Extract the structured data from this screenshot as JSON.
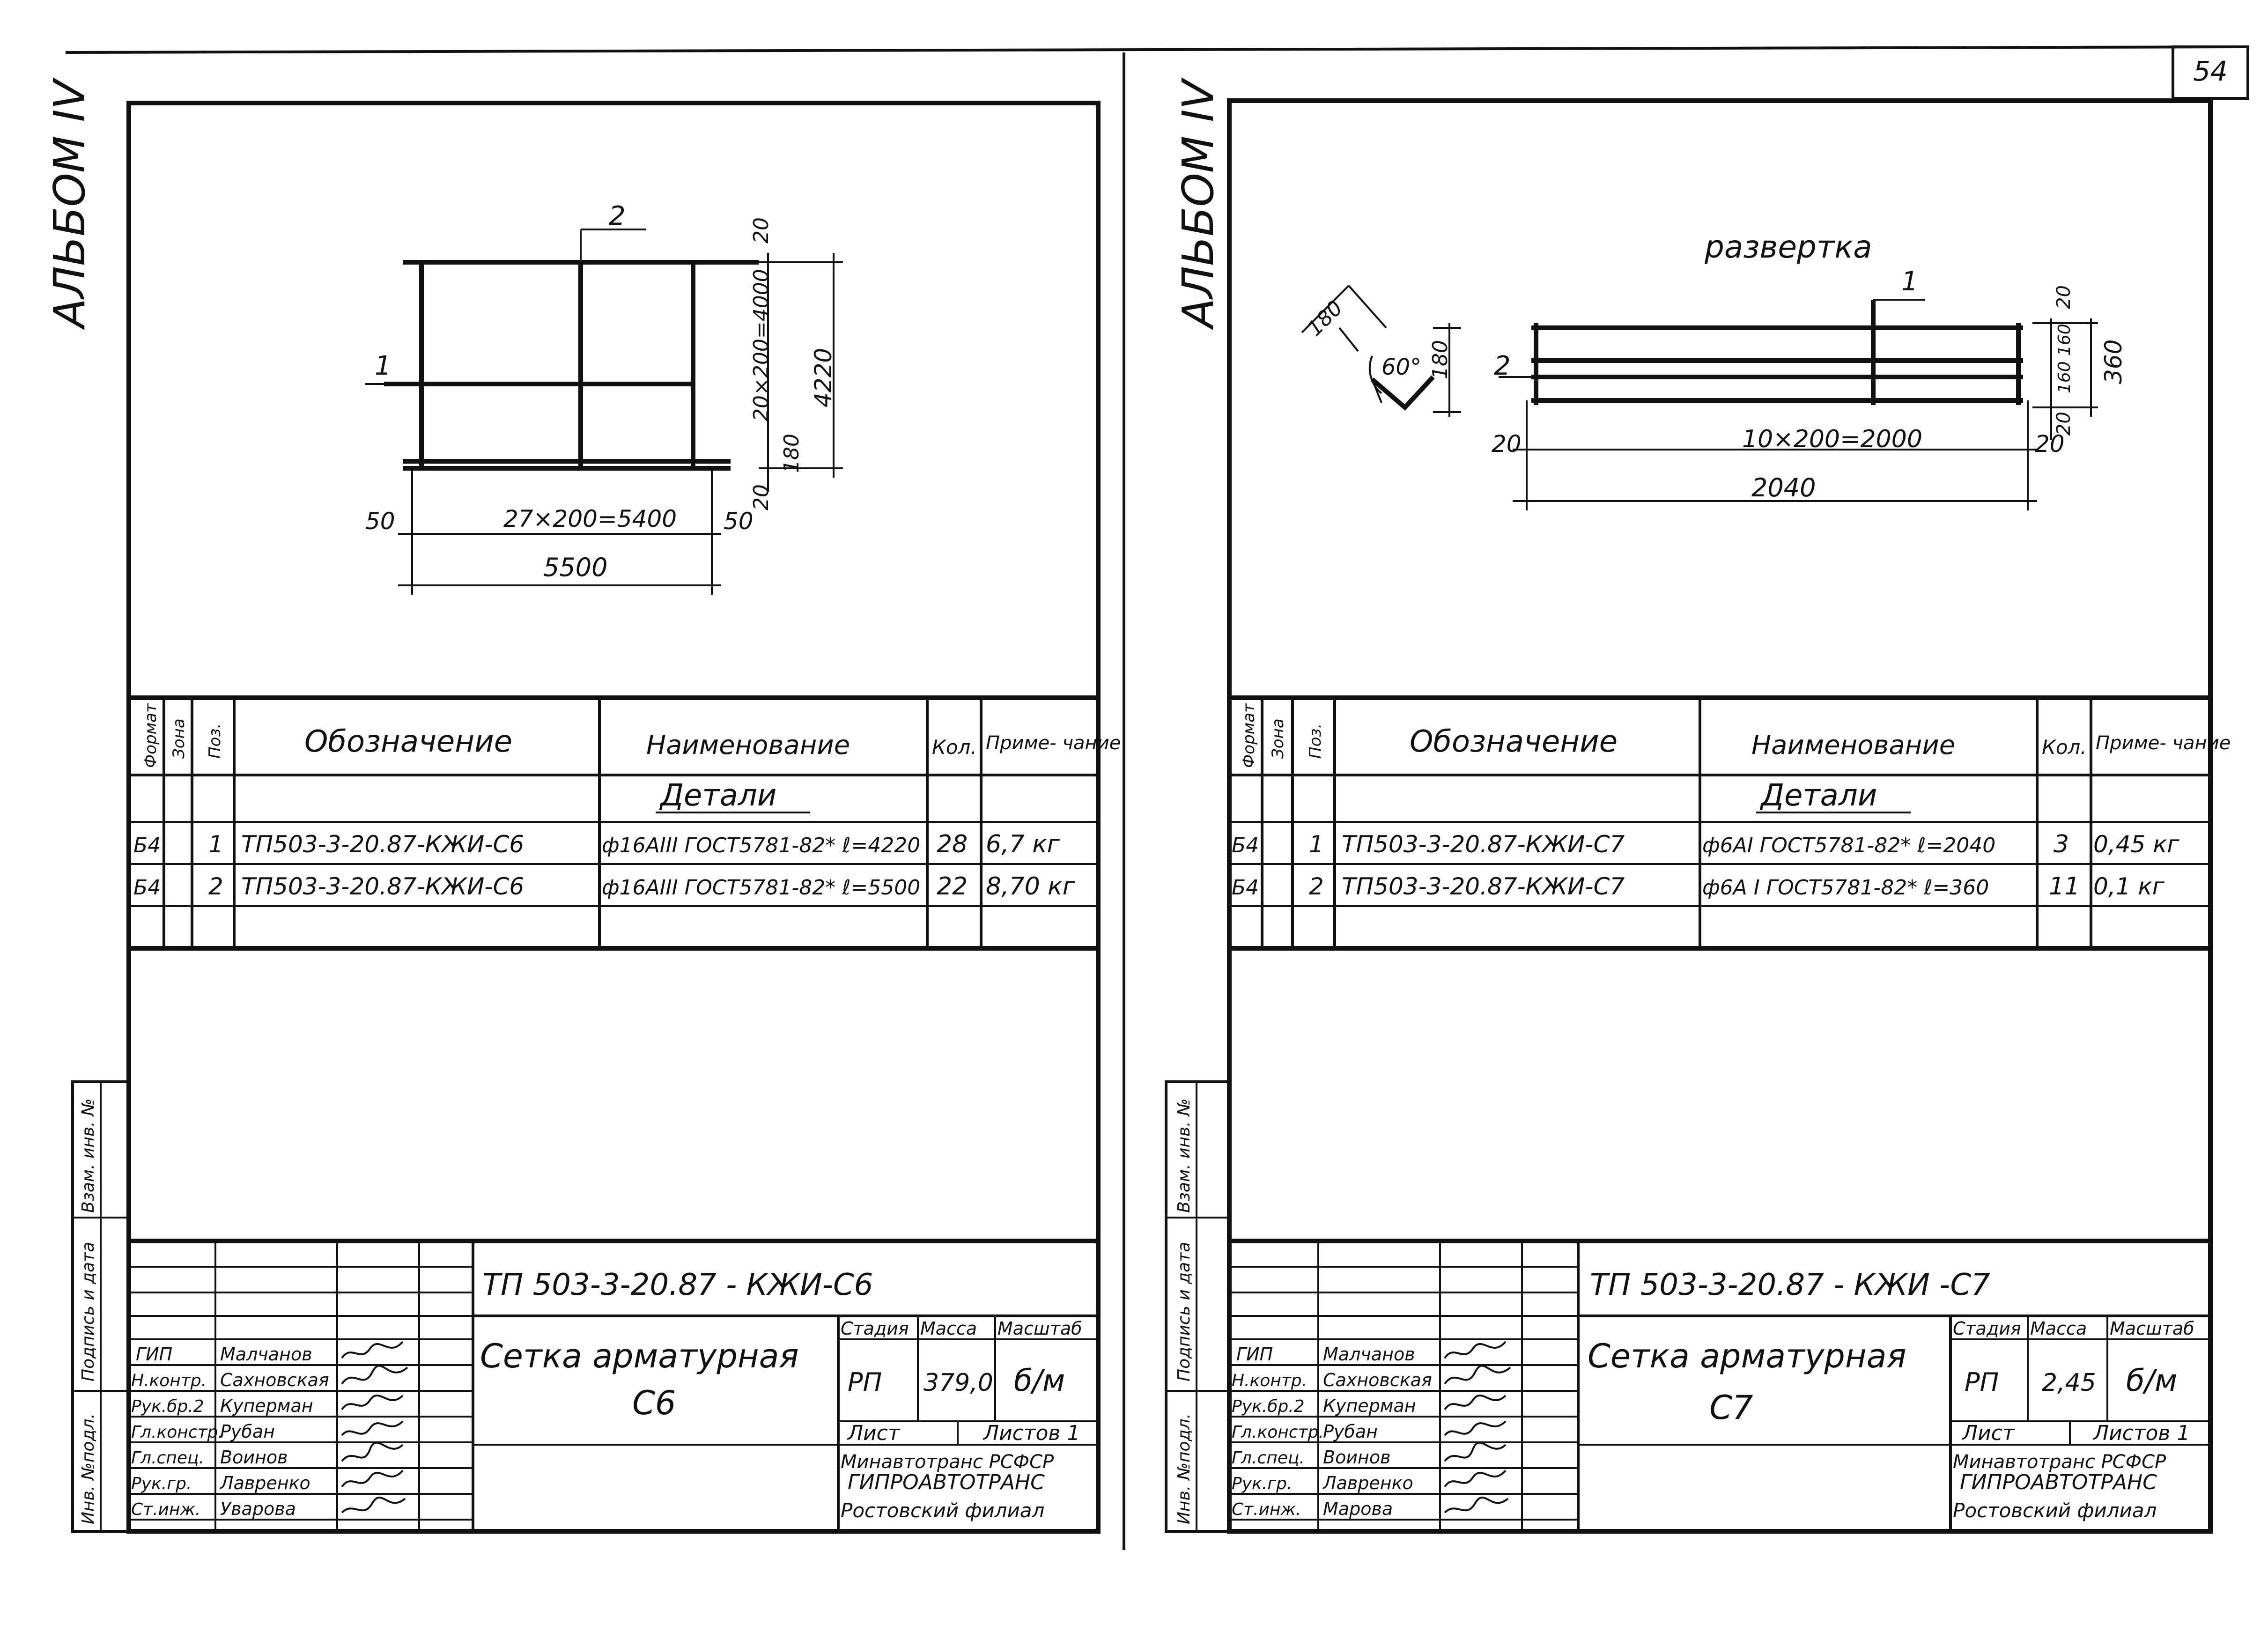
{
  "page_number": "54",
  "album_left": "АЛЬБОМ IV",
  "album_right": "АЛЬБОМ IV",
  "side_stamp": {
    "inv_podl": "Инв. №подл.",
    "podpis_data": "Подпись и дата",
    "vzam_inv": "Взам. инв. №"
  },
  "sheets": [
    {
      "drawing": {
        "pos_1": "1",
        "pos_2": "2",
        "dim_top_20": "20",
        "dim_vertical_span": "20×200=4000",
        "dim_total_height": "4220",
        "dim_bottom_20": "20",
        "dim_180": "180",
        "dim_left_50": "50",
        "dim_right_50": "50",
        "dim_horizontal_span": "27×200=5400",
        "dim_total_width": "5500"
      },
      "spec": {
        "headers": [
          "Формат",
          "Зона",
          "Поз.",
          "Обозначение",
          "Наименование",
          "Кол.",
          "Приме- чание"
        ],
        "section": "Детали",
        "rows": [
          {
            "format": "Б4",
            "zone": "",
            "pos": "1",
            "designation": "ТП503-3-20.87-КЖИ-С6",
            "name": "ф16АIII ГОСТ5781-82* ℓ=4220",
            "qty": "28",
            "note": "6,7 кг"
          },
          {
            "format": "Б4",
            "zone": "",
            "pos": "2",
            "designation": "ТП503-3-20.87-КЖИ-С6",
            "name": "ф16АIII ГОСТ5781-82* ℓ=5500",
            "qty": "22",
            "note": "8,70 кг"
          }
        ]
      },
      "title_block": {
        "code": "ТП  503-3-20.87 -  КЖИ-С6",
        "title_line1": "Сетка арматурная",
        "title_line2": "С6",
        "stadia_label": "Стадия",
        "massa_label": "Масса",
        "masshtab_label": "Масштаб",
        "stadia": "РП",
        "massa": "379,0",
        "masshtab": "б/м",
        "list_label": "Лист",
        "listov_label": "Листов 1",
        "org_line1": "Минавтотранс РСФСР",
        "org_line2": "ГИПРОАВТОТРАНС",
        "org_line3": "Ростовский филиал",
        "people": [
          {
            "role": "ГИП",
            "name": "Малчанов"
          },
          {
            "role": "Н.контр.",
            "name": "Сахновская"
          },
          {
            "role": "Рук.бр.2",
            "name": "Куперман"
          },
          {
            "role": "Гл.констр.",
            "name": "Рубан"
          },
          {
            "role": "Гл.спец.",
            "name": "Воинов"
          },
          {
            "role": "Рук.гр.",
            "name": "Лавренко"
          },
          {
            "role": "Ст.инж.",
            "name": "Уварова"
          }
        ]
      }
    },
    {
      "drawing": {
        "razvertka": "развертка",
        "pos_1": "1",
        "pos_2": "2",
        "dim_180a": "180",
        "dim_180b": "180",
        "dim_angle": "60°",
        "dim_20_left": "20",
        "dim_span": "10×200=2000",
        "dim_total": "2040",
        "dim_20_top": "20",
        "dim_160a": "160",
        "dim_160b": "160",
        "dim_20_bottom": "20",
        "dim_20_right": "20",
        "dim_360": "360"
      },
      "spec": {
        "headers": [
          "Формат",
          "Зона",
          "Поз.",
          "Обозначение",
          "Наименование",
          "Кол.",
          "Приме- чание"
        ],
        "section": "Детали",
        "rows": [
          {
            "format": "Б4",
            "zone": "",
            "pos": "1",
            "designation": "ТП503-3-20.87-КЖИ-С7",
            "name": "ф6АI ГОСТ5781-82* ℓ=2040",
            "qty": "3",
            "note": "0,45 кг"
          },
          {
            "format": "Б4",
            "zone": "",
            "pos": "2",
            "designation": "ТП503-3-20.87-КЖИ-С7",
            "name": "ф6А I ГОСТ5781-82* ℓ=360",
            "qty": "11",
            "note": "0,1 кг"
          }
        ]
      },
      "title_block": {
        "code": "ТП  503-3-20.87 -  КЖИ -С7",
        "title_line1": "Сетка арматурная",
        "title_line2": "С7",
        "stadia_label": "Стадия",
        "massa_label": "Масса",
        "masshtab_label": "Масштаб",
        "stadia": "РП",
        "massa": "2,45",
        "masshtab": "б/м",
        "list_label": "Лист",
        "listov_label": "Листов 1",
        "org_line1": "Минавтотранс РСФСР",
        "org_line2": "ГИПРОАВТОТРАНС",
        "org_line3": "Ростовский филиал",
        "people": [
          {
            "role": "ГИП",
            "name": "Малчанов"
          },
          {
            "role": "Н.контр.",
            "name": "Сахновская"
          },
          {
            "role": "Рук.бр.2",
            "name": "Куперман"
          },
          {
            "role": "Гл.констр.",
            "name": "Рубан"
          },
          {
            "role": "Гл.спец.",
            "name": "Воинов"
          },
          {
            "role": "Рук.гр.",
            "name": "Лавренко"
          },
          {
            "role": "Ст.инж.",
            "name": "Марова"
          }
        ]
      }
    }
  ]
}
